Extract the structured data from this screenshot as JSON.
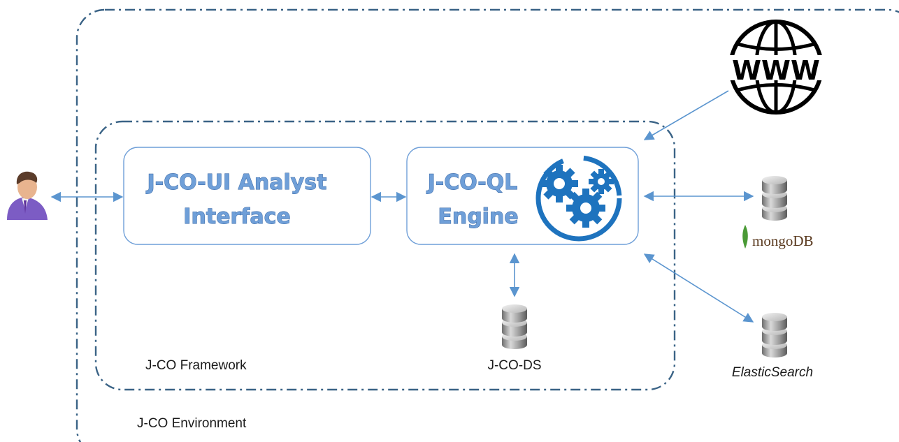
{
  "environment": {
    "label": "J-CO Environment"
  },
  "framework": {
    "label": "J-CO Framework"
  },
  "analyst_interface": {
    "line1": "J-CO-UI Analyst",
    "line2": "Interface"
  },
  "ql_engine": {
    "line1": "J-CO-QL",
    "line2": "Engine",
    "icon": "gears-icon"
  },
  "internal_store": {
    "label": "J-CO-DS",
    "icon": "database-icon"
  },
  "external_sources": {
    "web": {
      "icon_text": "WWW",
      "icon": "globe-icon"
    },
    "mongodb": {
      "label_prefix": "mongo",
      "label_suffix": "DB",
      "icon": "database-icon"
    },
    "elasticsearch": {
      "label": "ElasticSearch",
      "icon": "database-icon"
    }
  },
  "user": {
    "icon": "user-avatar-icon"
  },
  "colors": {
    "frame": "#3a6386",
    "component_border": "#6f9fd8",
    "component_text": "#6f9fd8",
    "connector": "#5b95cf",
    "gear": "#1e73be",
    "mongo_leaf": "#4a9a36",
    "mongo_text": "#5a3a1f"
  }
}
